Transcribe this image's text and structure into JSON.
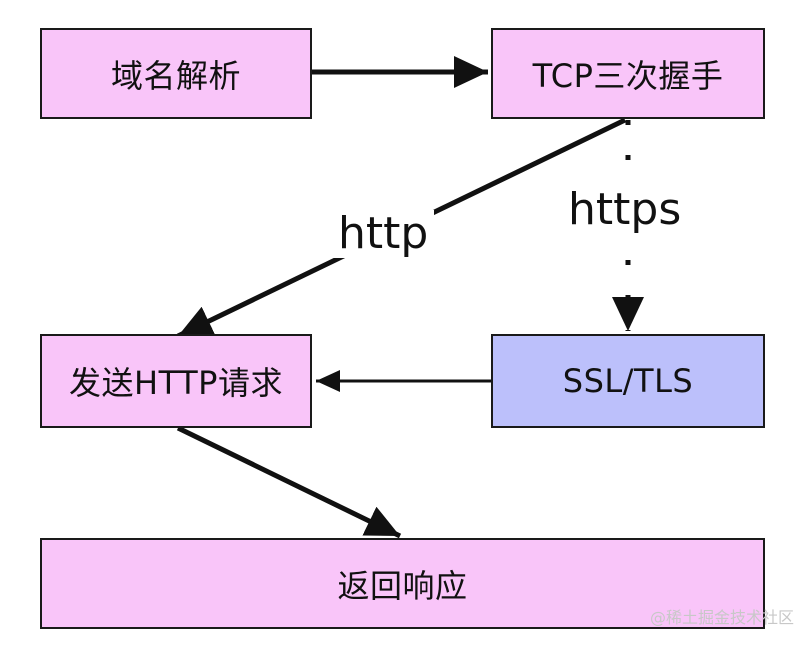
{
  "diagram": {
    "nodes": {
      "dns": {
        "label": "域名解析",
        "fill": "#f9c5f9"
      },
      "tcp": {
        "label": "TCP三次握手",
        "fill": "#f9c5f9"
      },
      "request": {
        "label": "发送HTTP请求",
        "fill": "#f9c5f9"
      },
      "ssl": {
        "label": "SSL/TLS",
        "fill": "#bcc0fb"
      },
      "response": {
        "label": "返回响应",
        "fill": "#f9c5f9"
      }
    },
    "edges": [
      {
        "from": "dns",
        "to": "tcp",
        "label": ""
      },
      {
        "from": "tcp",
        "to": "request",
        "label": "http"
      },
      {
        "from": "tcp",
        "to": "ssl",
        "label": "https",
        "style": "dashed"
      },
      {
        "from": "ssl",
        "to": "request",
        "label": ""
      },
      {
        "from": "request",
        "to": "response",
        "label": ""
      }
    ],
    "edge_labels": {
      "http": "http",
      "https": "https"
    }
  },
  "watermark": "@稀土掘金技术社区",
  "colors": {
    "node_pink": "#f9c5f9",
    "node_blue": "#bcc0fb",
    "stroke": "#111111"
  }
}
